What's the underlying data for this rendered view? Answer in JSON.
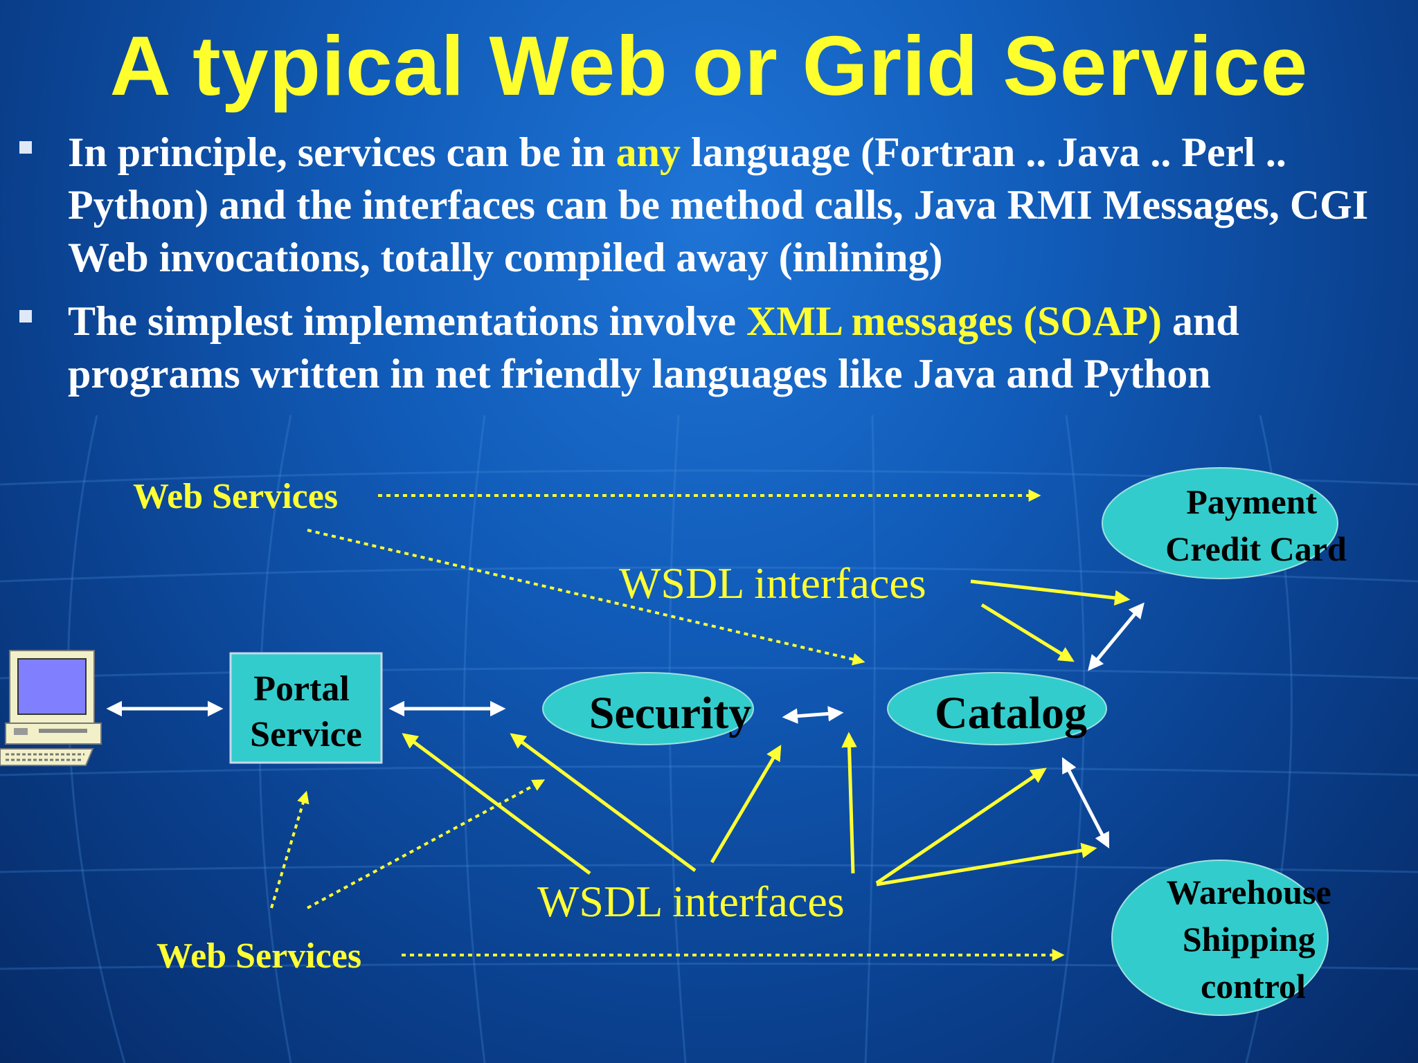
{
  "title": "A typical Web or Grid Service",
  "bullets": [
    {
      "before": "In principle, services can be in ",
      "highlight": "any",
      "after": " language (Fortran .. Java .. Perl .. Python) and the interfaces can be method calls, Java RMI Messages, CGI Web invocations, totally compiled away (inlining)"
    },
    {
      "before": "The simplest implementations involve ",
      "highlight": "XML messages (SOAP)",
      "after": " and programs written in net friendly languages like Java and Python"
    }
  ],
  "diagram": {
    "web_services_top": "Web Services",
    "web_services_bottom": "Web Services",
    "wsdl_top": "WSDL interfaces",
    "wsdl_bottom": "WSDL interfaces",
    "portal": [
      "Portal",
      "Service"
    ],
    "security": "Security",
    "catalog": "Catalog",
    "payment": [
      "Payment",
      "Credit Card"
    ],
    "warehouse": [
      "Warehouse",
      "Shipping",
      "control"
    ]
  },
  "colors": {
    "title": "#ffff2e",
    "highlight": "#ffff33",
    "node_fill": "#33cccc",
    "arrow_yellow": "#ffff33",
    "arrow_white": "#ffffff"
  },
  "icons": {
    "client": "computer-icon"
  }
}
